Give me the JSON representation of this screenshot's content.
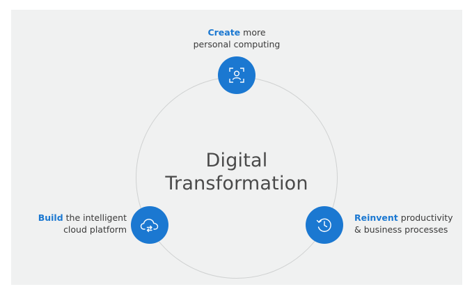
{
  "center": {
    "line1": "Digital",
    "line2": "Transformation"
  },
  "nodes": {
    "create": {
      "emphasis": "Create",
      "rest": " more",
      "line2": "personal computing",
      "icon": "person-focus-icon"
    },
    "build": {
      "emphasis": "Build",
      "rest": " the intelligent",
      "line2": "cloud platform",
      "icon": "cloud-sync-icon"
    },
    "reinvent": {
      "emphasis": "Reinvent",
      "rest": " productivity",
      "line2": "& business processes",
      "icon": "clock-refresh-icon"
    }
  },
  "colors": {
    "accent": "#1b78d1",
    "background": "#f0f1f1",
    "ring": "#cfd1d1"
  }
}
